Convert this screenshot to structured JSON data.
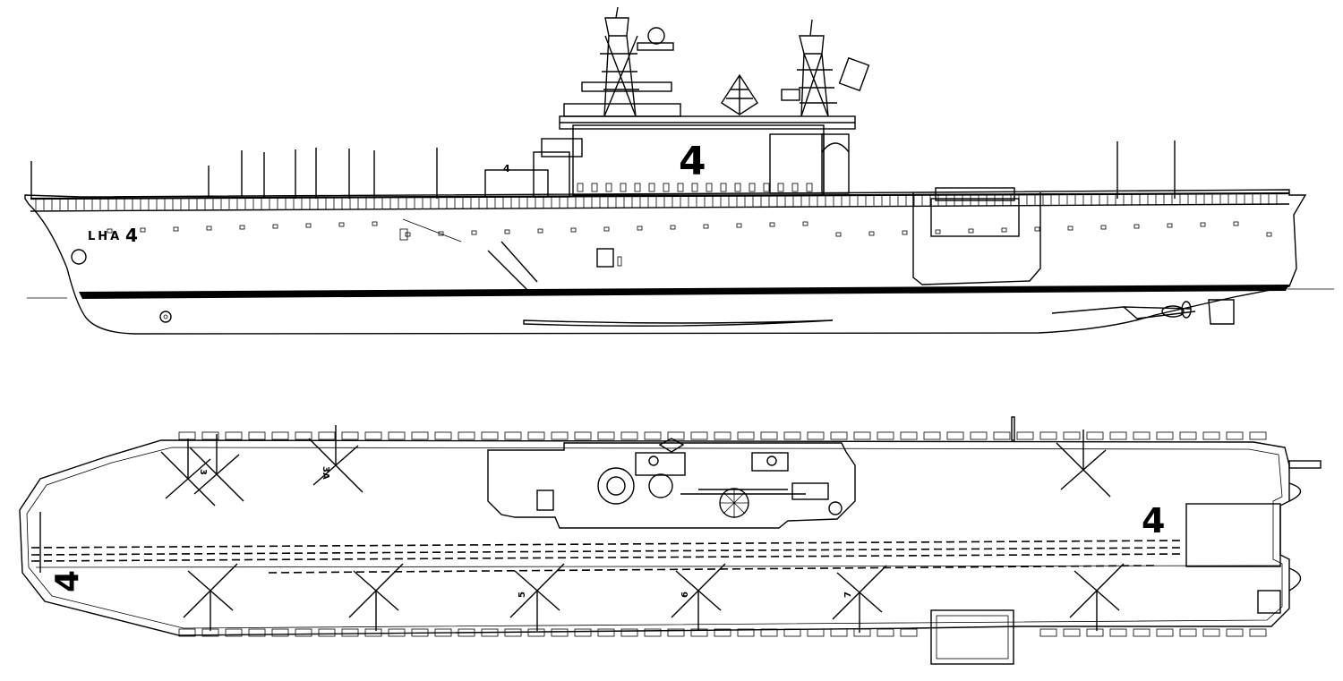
{
  "profile": {
    "hull_marking": "LHA",
    "hull_number": "4",
    "island_number": "4",
    "small_marking": "4"
  },
  "deck_plan": {
    "deck_number": "4",
    "spot_numbers": [
      "3",
      "3A",
      "5",
      "6",
      "7"
    ]
  },
  "colors": {
    "ink": "#000000",
    "paper": "#ffffff"
  }
}
